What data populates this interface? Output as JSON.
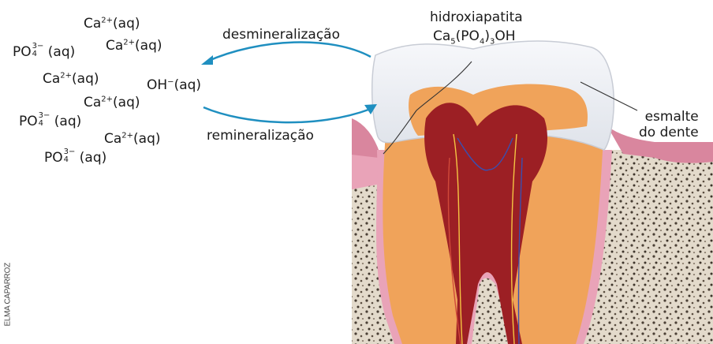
{
  "ions": [
    {
      "id": "ca1",
      "species": "Ca",
      "charge": "2+",
      "state": "(aq)"
    },
    {
      "id": "ca2",
      "species": "Ca",
      "charge": "2+",
      "state": "(aq)"
    },
    {
      "id": "po1",
      "species": "PO",
      "sub": "4",
      "charge": "3−",
      "state": " (aq)"
    },
    {
      "id": "ca3",
      "species": "Ca",
      "charge": "2+",
      "state": "(aq)"
    },
    {
      "id": "oh1",
      "species": "OH",
      "charge": "−",
      "state": "(aq)"
    },
    {
      "id": "ca4",
      "species": "Ca",
      "charge": "2+",
      "state": "(aq)"
    },
    {
      "id": "po2",
      "species": "PO",
      "sub": "4",
      "charge": "3−",
      "state": " (aq)"
    },
    {
      "id": "ca5",
      "species": "Ca",
      "charge": "2+",
      "state": "(aq)"
    },
    {
      "id": "po3",
      "species": "PO",
      "sub": "4",
      "charge": "3−",
      "state": " (aq)"
    }
  ],
  "processes": {
    "demineralization": "desmineralização",
    "remineralization": "remineralização"
  },
  "mineral": {
    "name": "hidroxiapatita",
    "formula": {
      "ca": "Ca",
      "ca_sub": "5",
      "po": "(PO",
      "po_sub": "4",
      "paren": ")",
      "paren_sub": "3",
      "oh": "OH"
    }
  },
  "enamel_label": {
    "line1": "esmalte",
    "line2": "do dente"
  },
  "credit": "ELMA CAPARROZ",
  "colors": {
    "arrow": "#1f8fc0",
    "enamel": "#e6e9ef",
    "dentin": "#f0a35a",
    "pulp": "#9c1f24",
    "gum": "#d9869e",
    "bone": "#d9d0c3"
  }
}
